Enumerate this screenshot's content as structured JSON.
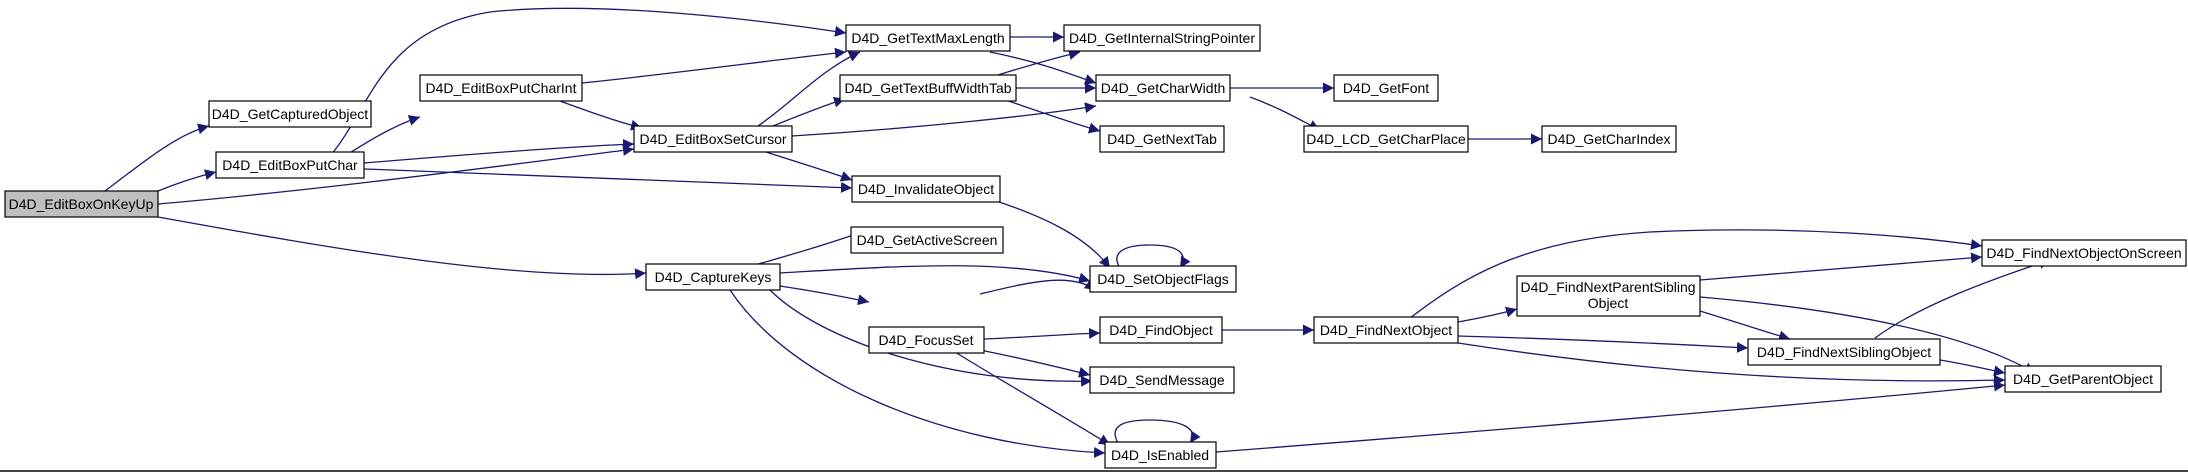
{
  "colors": {
    "edge": "#191970",
    "node_fill": "#ffffff",
    "root_fill": "#bfbfbf",
    "border": "#000000"
  },
  "nodes": {
    "root": "D4D_EditBoxOnKeyUp",
    "getCapturedObject": "D4D_GetCapturedObject",
    "editBoxPutChar": "D4D_EditBoxPutChar",
    "editBoxPutCharInt": "D4D_EditBoxPutCharInt",
    "editBoxSetCursor": "D4D_EditBoxSetCursor",
    "getTextMaxLength": "D4D_GetTextMaxLength",
    "getTextBuffWidthTab": "D4D_GetTextBuffWidthTab",
    "invalidateObject": "D4D_InvalidateObject",
    "getInternalStringPointer": "D4D_GetInternalStringPointer",
    "getCharWidth": "D4D_GetCharWidth",
    "getNextTab": "D4D_GetNextTab",
    "getFont": "D4D_GetFont",
    "lcdGetCharPlace": "D4D_LCD_GetCharPlace",
    "getCharIndex": "D4D_GetCharIndex",
    "getActiveScreen": "D4D_GetActiveScreen",
    "captureKeys": "D4D_CaptureKeys",
    "setObjectFlags": "D4D_SetObjectFlags",
    "focusSet": "D4D_FocusSet",
    "findObject": "D4D_FindObject",
    "sendMessage": "D4D_SendMessage",
    "isEnabled": "D4D_IsEnabled",
    "findNextObject": "D4D_FindNextObject",
    "findNextParentSibling_line1": "D4D_FindNextParentSibling",
    "findNextParentSibling_line2": "Object",
    "findNextSiblingObject": "D4D_FindNextSiblingObject",
    "findNextObjectOnScreen": "D4D_FindNextObjectOnScreen",
    "getParentObject": "D4D_GetParentObject"
  }
}
